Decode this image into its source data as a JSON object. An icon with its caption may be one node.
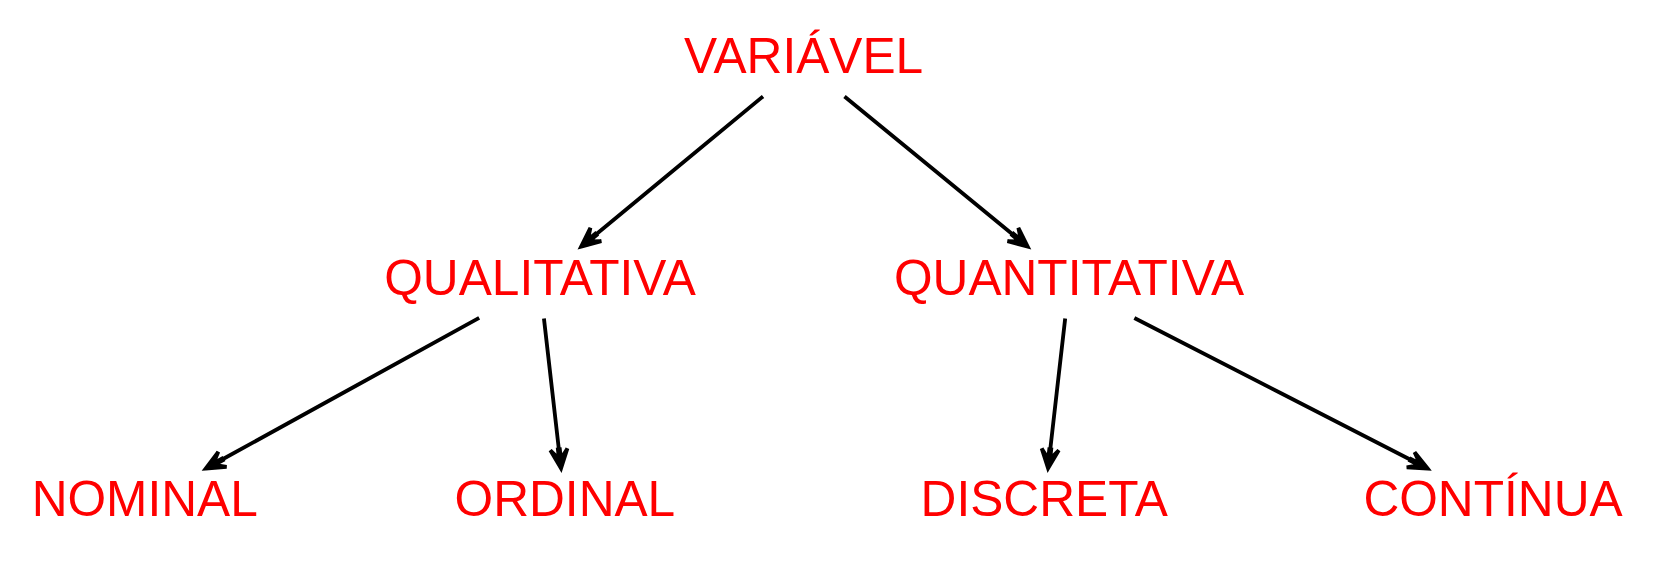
{
  "diagram": {
    "nodes": [
      {
        "text": [
          "VARIÁVEL"
        ]
      },
      {
        "text": [
          "QUALITATIVA"
        ]
      },
      {
        "text": [
          "QUANTITATIVA"
        ]
      },
      {
        "text": [
          "NOMINAL"
        ]
      },
      {
        "text": [
          "ORDINAL"
        ]
      },
      {
        "text": [
          "DISCRETA"
        ]
      },
      {
        "text": [
          "CONTÍNUA"
        ]
      }
    ],
    "edges": [
      {
        "from": 0,
        "to": 1,
        "arrow": "to"
      },
      {
        "from": 0,
        "to": 2,
        "arrow": "to"
      },
      {
        "from": 1,
        "to": 3,
        "arrow": "to"
      },
      {
        "from": 1,
        "to": 4,
        "arrow": "to"
      },
      {
        "from": 2,
        "to": 5,
        "arrow": "to"
      },
      {
        "from": 2,
        "to": 6,
        "arrow": "to"
      }
    ]
  }
}
